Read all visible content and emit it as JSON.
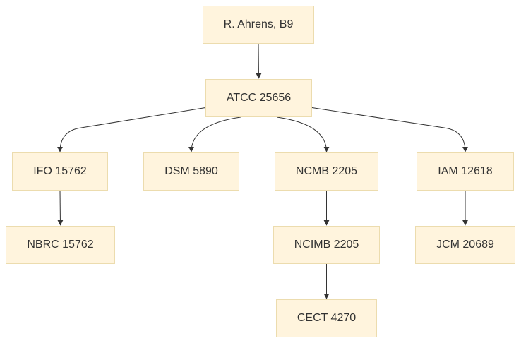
{
  "colors": {
    "node_fill": "#fff4dd",
    "node_border": "#ecdcae",
    "edge": "#333333",
    "text": "#333333"
  },
  "nodes": {
    "ahrens": "R. Ahrens, B9",
    "atcc": "ATCC 25656",
    "ifo": "IFO 15762",
    "dsm": "DSM 5890",
    "ncmb": "NCMB 2205",
    "iam": "IAM 12618",
    "nbrc": "NBRC 15762",
    "ncimb": "NCIMB 2205",
    "jcm": "JCM 20689",
    "cect": "CECT 4270"
  },
  "edges": [
    {
      "from": "ahrens",
      "to": "atcc"
    },
    {
      "from": "atcc",
      "to": "ifo"
    },
    {
      "from": "atcc",
      "to": "dsm"
    },
    {
      "from": "atcc",
      "to": "ncmb"
    },
    {
      "from": "atcc",
      "to": "iam"
    },
    {
      "from": "ifo",
      "to": "nbrc"
    },
    {
      "from": "ncmb",
      "to": "ncimb"
    },
    {
      "from": "ncimb",
      "to": "cect"
    },
    {
      "from": "iam",
      "to": "jcm"
    }
  ]
}
